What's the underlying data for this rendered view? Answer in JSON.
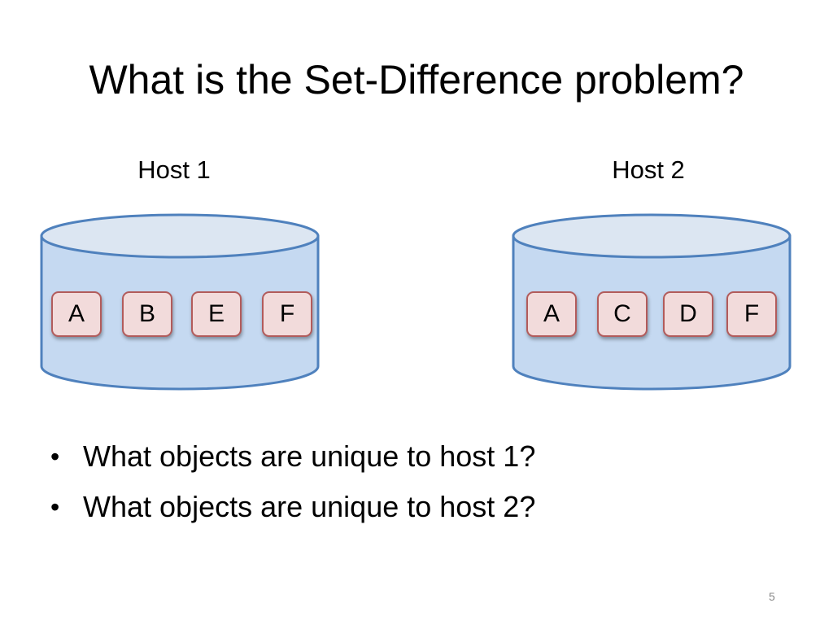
{
  "title": "What is the Set-Difference problem?",
  "colors": {
    "cylinder_fill": "#c5d9f1",
    "cylinder_top": "#dce6f2",
    "cylinder_stroke": "#4f81bd",
    "item_fill": "#f2dbdb",
    "item_stroke": "#b25b5b"
  },
  "hosts": [
    {
      "label": "Host 1",
      "items": [
        "A",
        "B",
        "E",
        "F"
      ]
    },
    {
      "label": "Host 2",
      "items": [
        "A",
        "C",
        "D",
        "F"
      ]
    }
  ],
  "bullets": [
    "What objects are unique to host 1?",
    "What objects are unique to host 2?"
  ],
  "page_number": "5"
}
